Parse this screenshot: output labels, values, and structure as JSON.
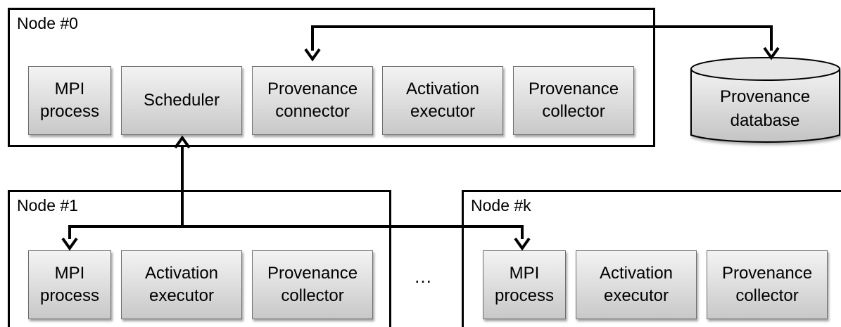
{
  "node0": {
    "label": "Node #0",
    "components": [
      {
        "line1": "MPI",
        "line2": "process"
      },
      {
        "line1": "Scheduler",
        "line2": ""
      },
      {
        "line1": "Provenance",
        "line2": "connector"
      },
      {
        "line1": "Activation",
        "line2": "executor"
      },
      {
        "line1": "Provenance",
        "line2": "collector"
      }
    ]
  },
  "database": {
    "line1": "Provenance",
    "line2": "database"
  },
  "node1": {
    "label": "Node #1",
    "components": [
      {
        "line1": "MPI",
        "line2": "process"
      },
      {
        "line1": "Activation",
        "line2": "executor"
      },
      {
        "line1": "Provenance",
        "line2": "collector"
      }
    ]
  },
  "nodek": {
    "label": "Node #k",
    "components": [
      {
        "line1": "MPI",
        "line2": "process"
      },
      {
        "line1": "Activation",
        "line2": "executor"
      },
      {
        "line1": "Provenance",
        "line2": "collector"
      }
    ]
  },
  "ellipsis": "…"
}
